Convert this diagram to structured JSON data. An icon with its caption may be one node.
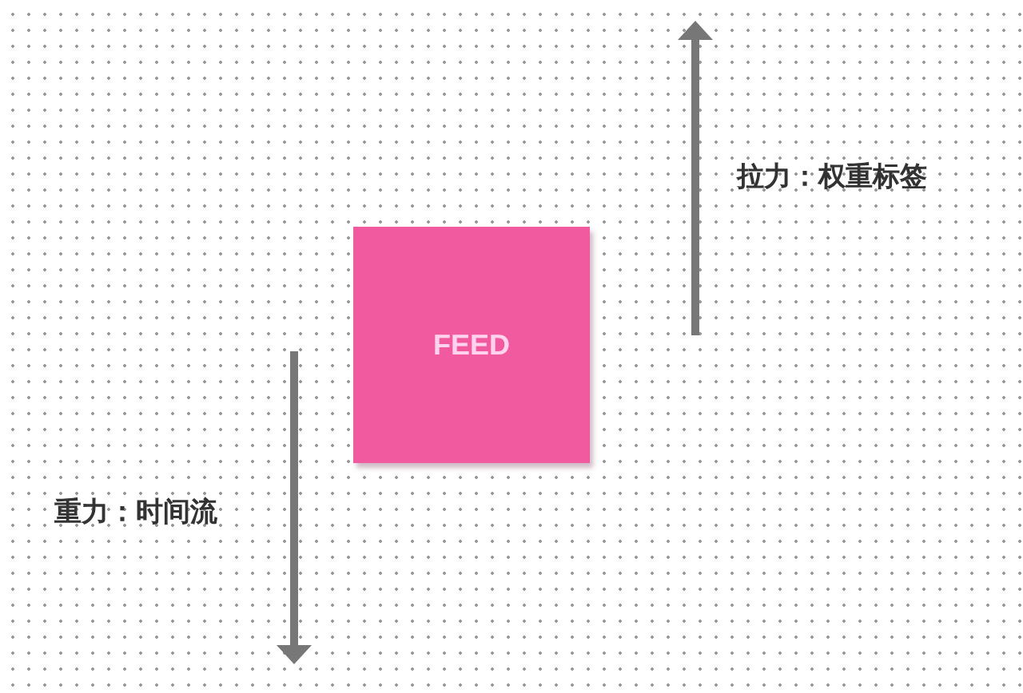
{
  "diagram": {
    "nodes": [
      {
        "text": [
          "FEED"
        ]
      }
    ],
    "labels": [
      "拉力：权重标签",
      "重力：时间流"
    ]
  }
}
